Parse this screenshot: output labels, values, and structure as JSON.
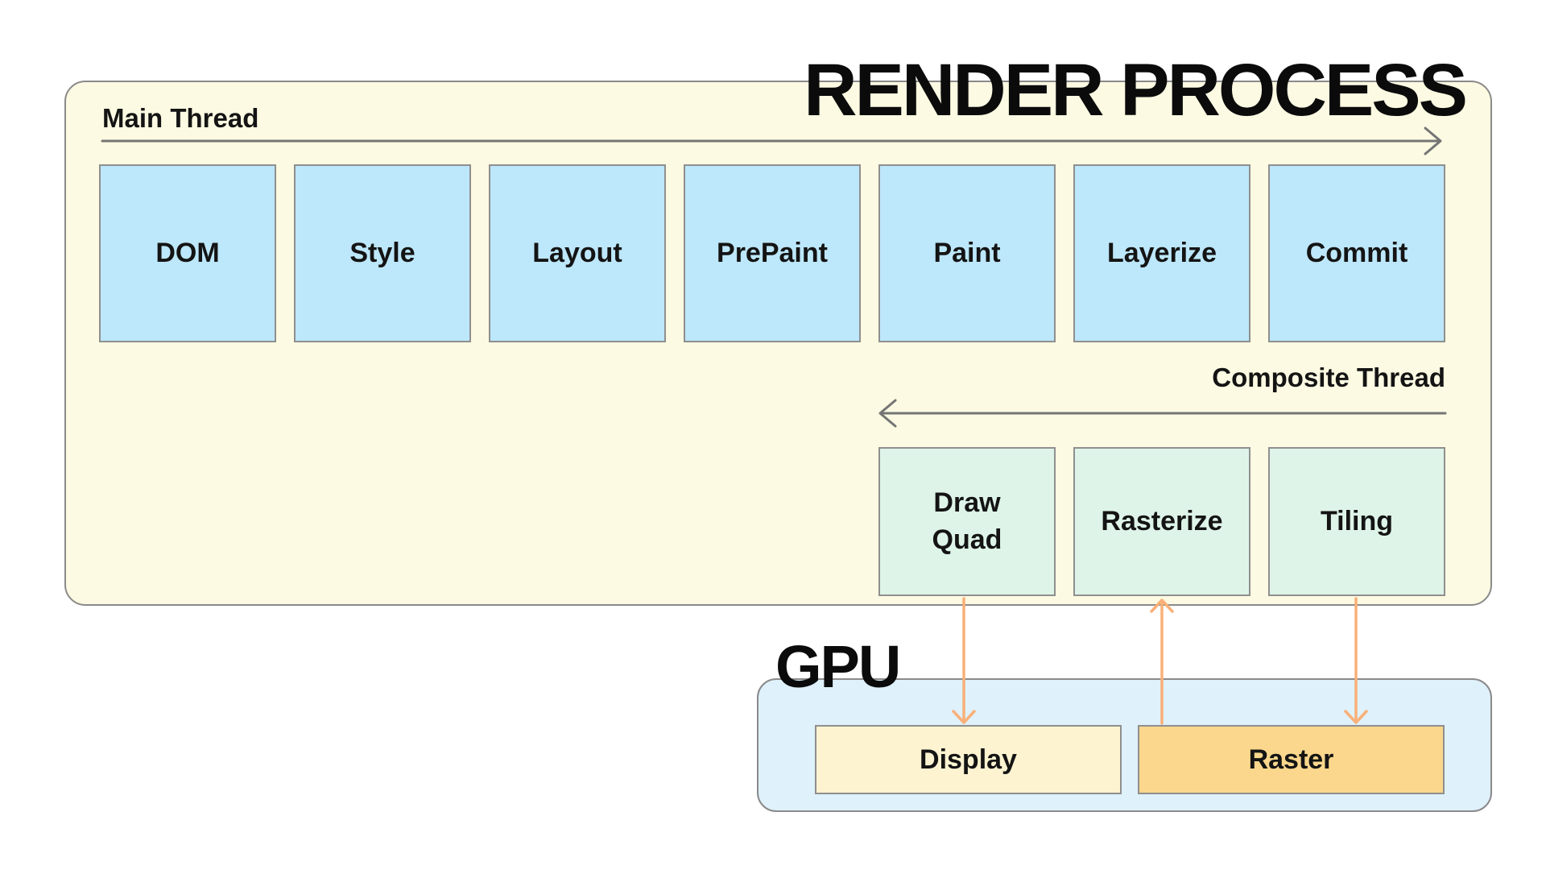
{
  "theme": {
    "page-bg": "#ffffff",
    "process-bg": "#FCFAE2",
    "process-border": "#8A8A8A",
    "stage-blue": "#BDE7FA",
    "stage-green": "#DEF4E8",
    "gpu-bg": "#DFF1FB",
    "display-fill": "#FDF3D0",
    "raster-fill": "#FAD78C",
    "line-gray": "#757575",
    "arrow-orange": "#F9B078",
    "text": "#111111"
  },
  "render_process": {
    "title": "RENDER PROCESS",
    "main_thread": {
      "label": "Main Thread",
      "stages": [
        "DOM",
        "Style",
        "Layout",
        "PrePaint",
        "Paint",
        "Layerize",
        "Commit"
      ]
    },
    "composite_thread": {
      "label": "Composite Thread",
      "stages": [
        "Draw\nQuad",
        "Rasterize",
        "Tiling"
      ]
    }
  },
  "gpu": {
    "title": "GPU",
    "boxes": [
      {
        "label": "Display"
      },
      {
        "label": "Raster"
      }
    ]
  }
}
